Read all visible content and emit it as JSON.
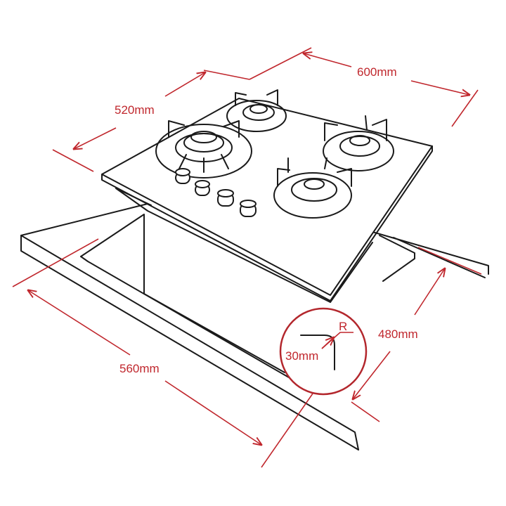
{
  "diagram": {
    "title": "Gas hob installation dimensions",
    "accent_color": "#c0272d",
    "dimensions": {
      "width": "600mm",
      "depth": "520mm",
      "cutout_width": "560mm",
      "cutout_depth": "480mm",
      "corner_radius_label": "R",
      "corner_radius": "30mm"
    }
  }
}
